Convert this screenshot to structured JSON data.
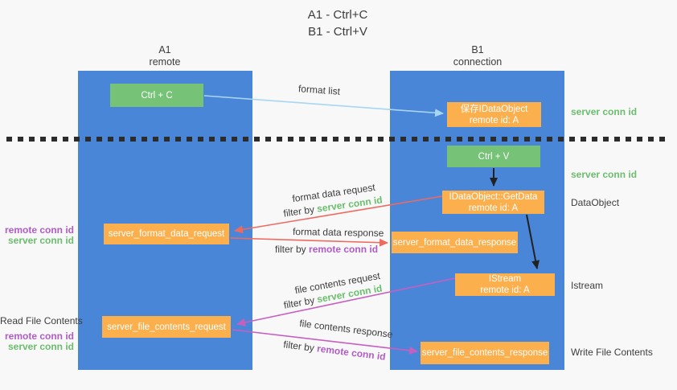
{
  "title": {
    "line1": "A1 - Ctrl+C",
    "line2": "B1 - Ctrl+V"
  },
  "lanes": {
    "left": {
      "name": "A1",
      "role": "remote"
    },
    "right": {
      "name": "B1",
      "role": "connection"
    }
  },
  "boxes": {
    "ctrl_c": {
      "label": "Ctrl + C"
    },
    "save_dataobject": {
      "line1": "保存IDataObject",
      "line2": "remote id: A"
    },
    "ctrl_v": {
      "label": "Ctrl + V"
    },
    "getdata": {
      "line1": "IDataObject::GetData",
      "line2": "remote id: A"
    },
    "format_request": {
      "label": "server_format_data_request"
    },
    "format_response": {
      "label": "server_format_data_response"
    },
    "istream": {
      "line1": "IStream",
      "line2": "remote id: A"
    },
    "file_request": {
      "label": "server_file_contents_request"
    },
    "file_response": {
      "label": "server_file_contents_response"
    }
  },
  "flow_labels": {
    "format_list": "format list",
    "format_data_request": "format data request",
    "format_data_response": "format data response",
    "file_contents_request": "file contents request",
    "file_contents_response": "file contents response",
    "filter_by": "filter by",
    "server_conn_id": "server conn id",
    "remote_conn_id": "remote conn id"
  },
  "side_labels": {
    "right_top_server_conn_id": "server conn id",
    "right_mid_server_conn_id": "server conn id",
    "dataobject": "DataObject",
    "istream": "Istream",
    "write_file_contents": "Write File Contents",
    "left_remote_conn_id_1": "remote conn id",
    "left_server_conn_id_1": "server conn id",
    "read_file_contents": "Read File Contents",
    "left_remote_conn_id_2": "remote conn id",
    "left_server_conn_id_2": "server conn id"
  },
  "colors": {
    "lane_blue": "#4a86d8",
    "box_green": "#76c277",
    "box_orange": "#fbaf4d",
    "arrow_light_blue": "#a9d5f5",
    "arrow_black": "#222222",
    "arrow_red": "#ee6a5f",
    "arrow_magenta": "#c75fc1",
    "text_green": "#6abe6c",
    "text_purple": "#b15cc6",
    "text_dark": "#3d3d3d",
    "background": "#f8f8f8"
  }
}
